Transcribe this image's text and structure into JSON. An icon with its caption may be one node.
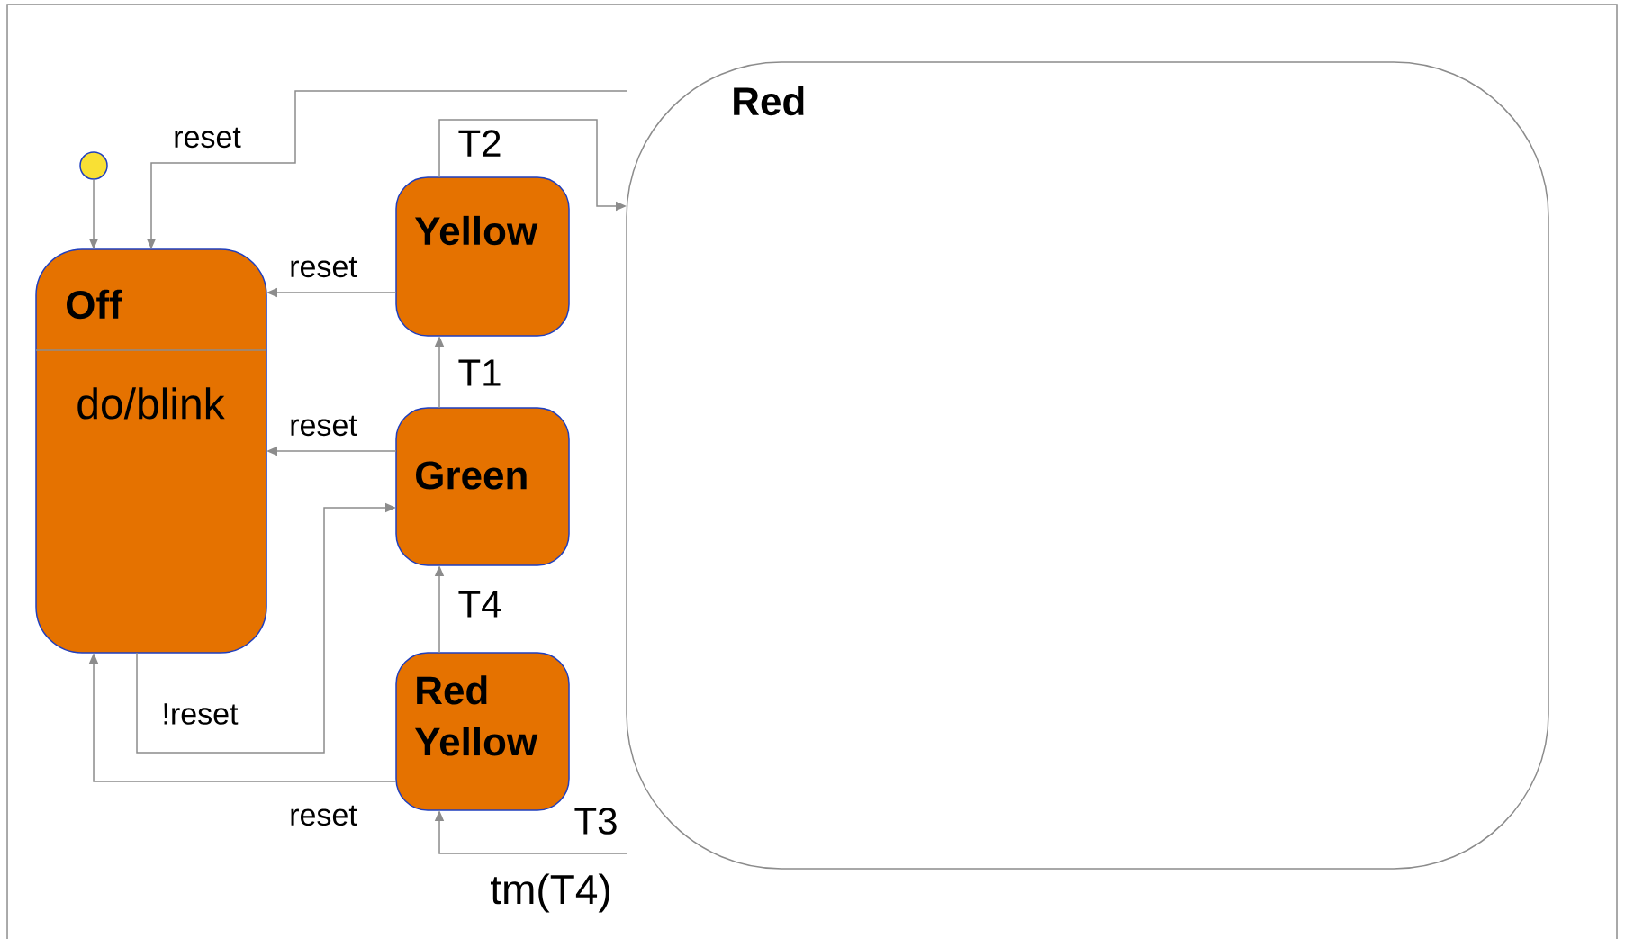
{
  "diagram": {
    "nodes": [
      {
        "text": [],
        "shape": "circle"
      },
      {
        "text": [
          "Off",
          "do/blink"
        ]
      },
      {
        "text": [
          "Yellow"
        ]
      },
      {
        "text": [
          "Green"
        ]
      },
      {
        "text": [
          "Red Yellow"
        ]
      },
      {
        "text": [
          "Red"
        ]
      }
    ],
    "edges": [
      {
        "from": 0,
        "to": 1,
        "arrow": "to"
      },
      {
        "from": 5,
        "to": 1,
        "arrow": "to",
        "label": "reset"
      },
      {
        "from": 2,
        "to": 5,
        "arrow": "to",
        "label": "T2"
      },
      {
        "from": 2,
        "to": 1,
        "arrow": "to",
        "label": "reset"
      },
      {
        "from": 3,
        "to": 2,
        "arrow": "to",
        "label": "T1"
      },
      {
        "from": 3,
        "to": 1,
        "arrow": "to",
        "label": "reset"
      },
      {
        "from": 1,
        "to": 3,
        "arrow": "to",
        "label": "!reset"
      },
      {
        "from": 4,
        "to": 3,
        "arrow": "to",
        "label": "T4"
      },
      {
        "from": 4,
        "to": 1,
        "arrow": "to",
        "label": "reset"
      },
      {
        "from": 5,
        "to": 4,
        "arrow": "to",
        "label": "tm(T4)"
      }
    ],
    "labels": [
      "T3"
    ]
  }
}
